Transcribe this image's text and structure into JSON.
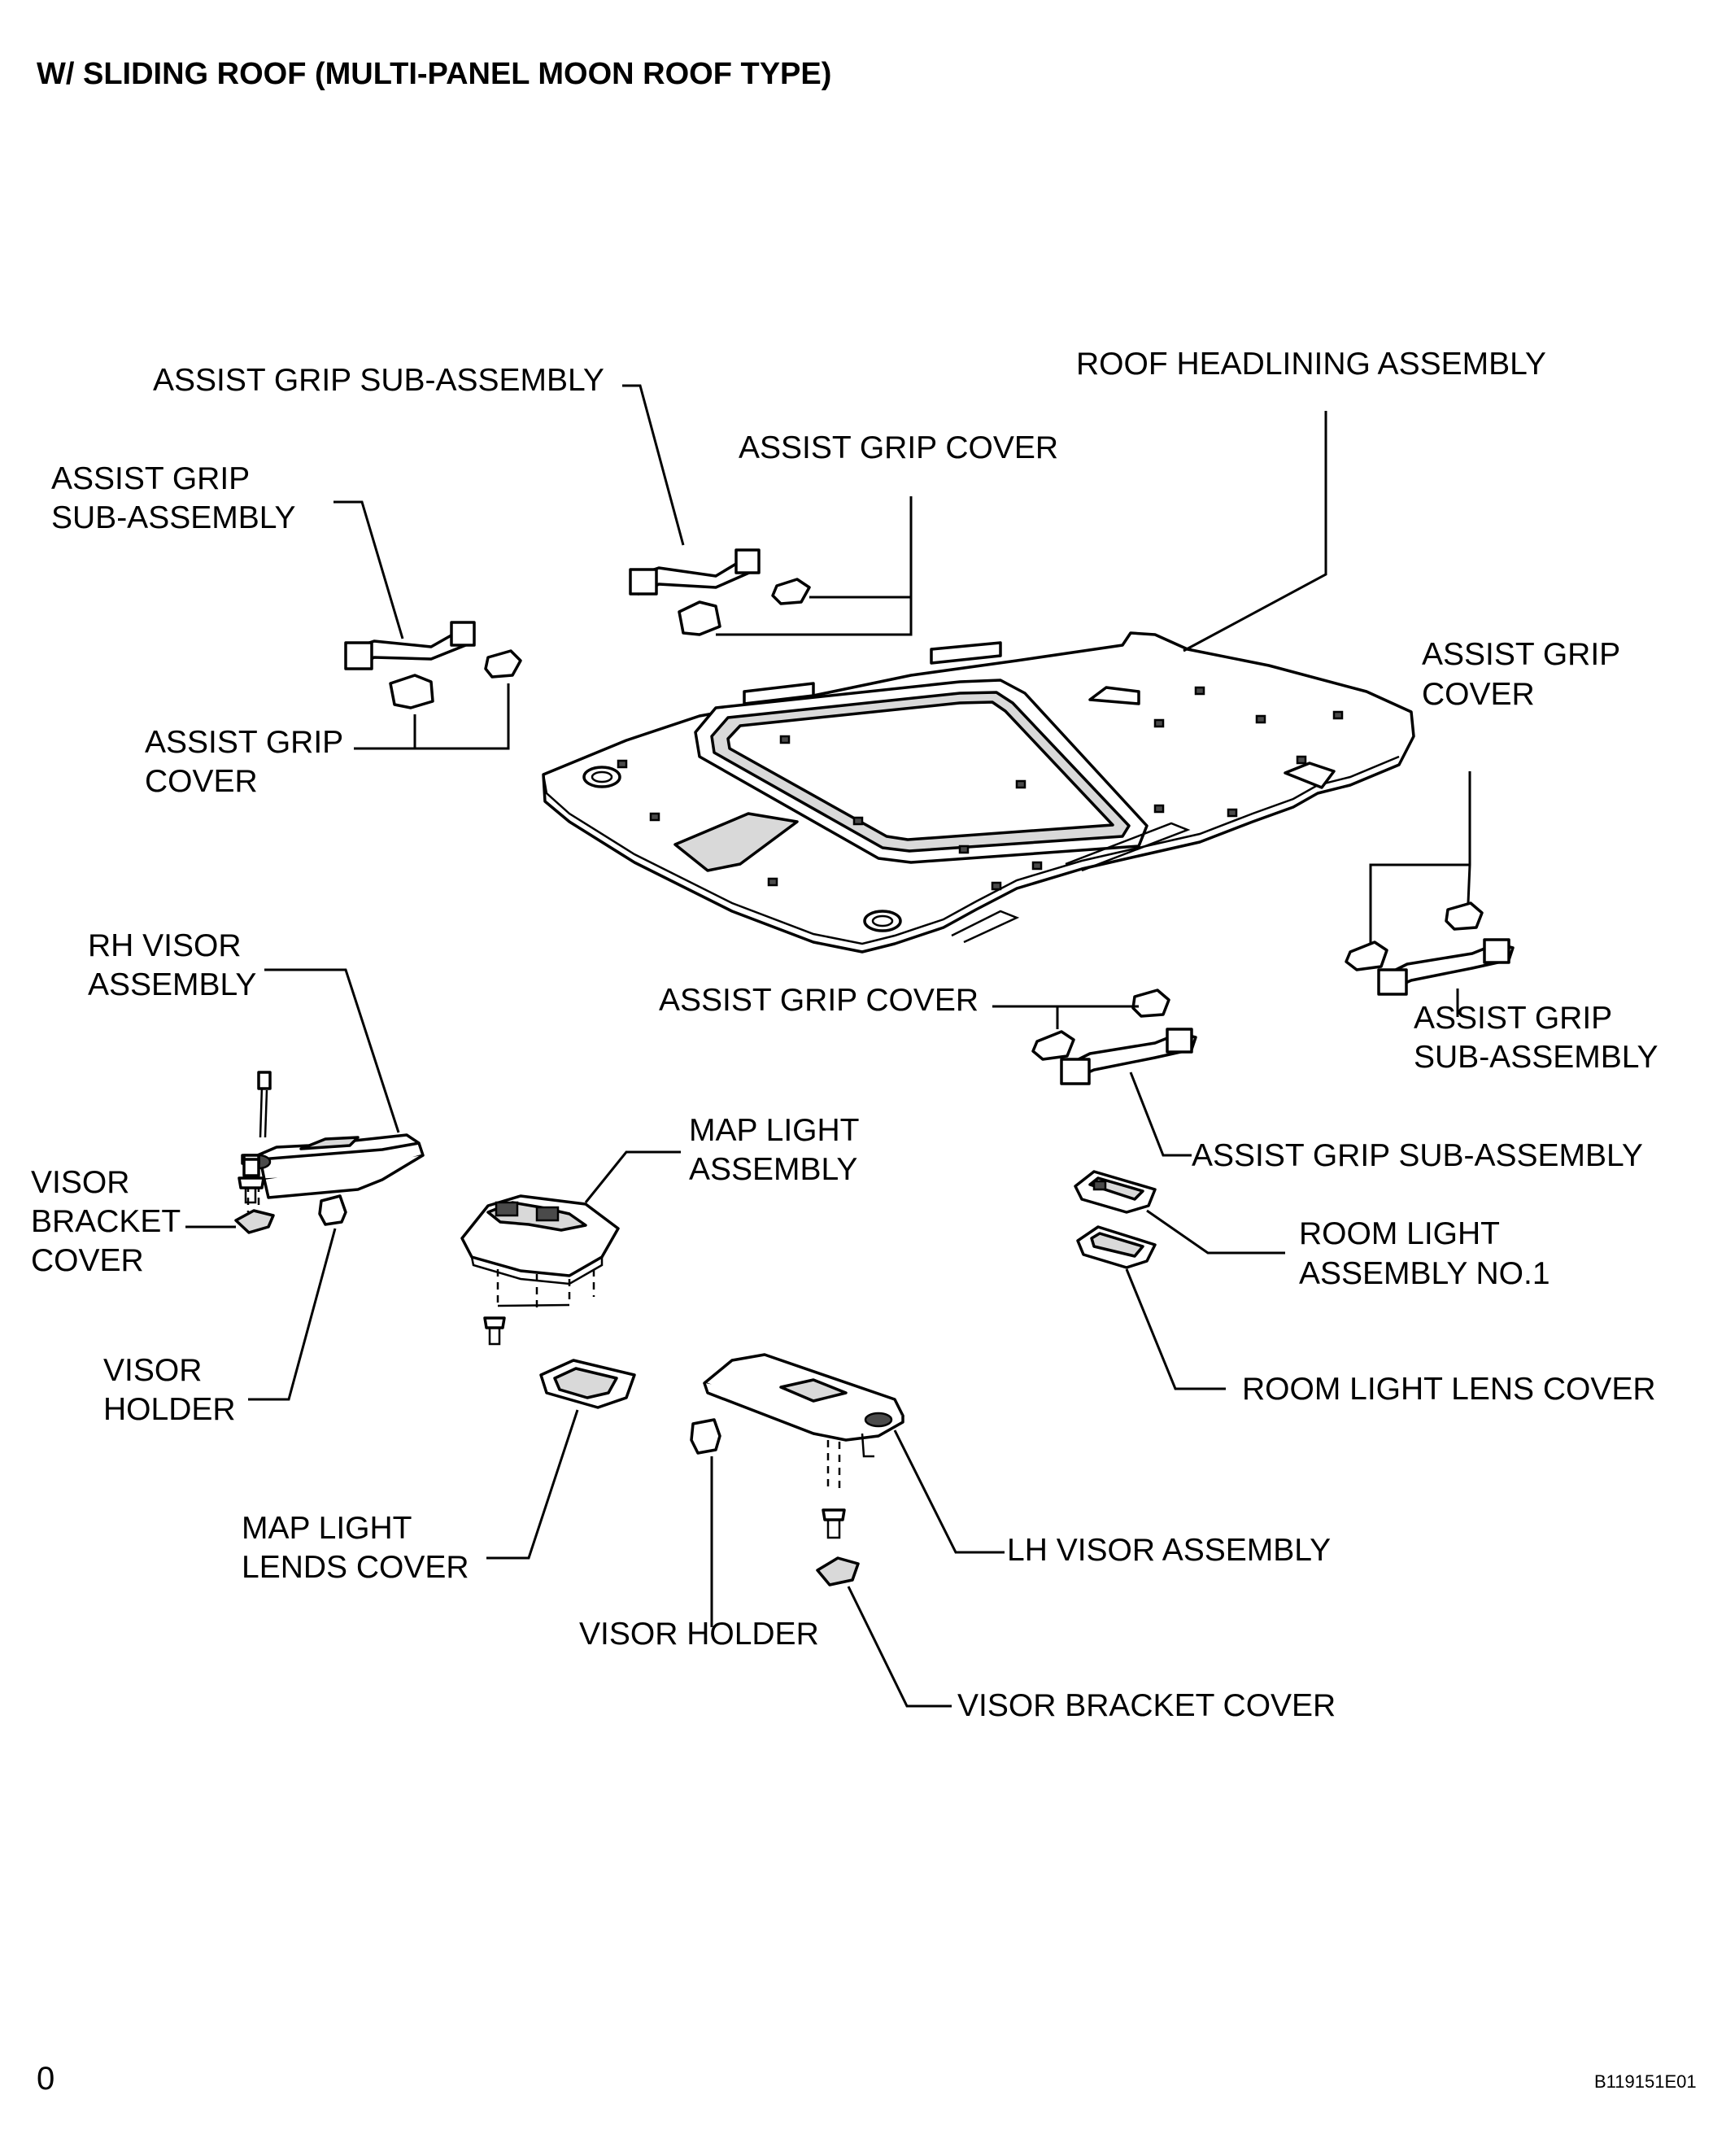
{
  "title": "W/ SLIDING ROOF (MULTI-PANEL MOON ROOF TYPE)",
  "page_number": "0",
  "figure_code": "B119151E01",
  "labels": {
    "assist_grip_sub_assembly_top": "ASSIST GRIP SUB-ASSEMBLY",
    "assist_grip_sub_assembly_left_1": "ASSIST GRIP",
    "assist_grip_sub_assembly_left_2": "SUB-ASSEMBLY",
    "assist_grip_cover_top": "ASSIST GRIP COVER",
    "roof_headlining_assembly": "ROOF HEADLINING ASSEMBLY",
    "assist_grip_cover_left_1": "ASSIST GRIP",
    "assist_grip_cover_left_2": "COVER",
    "assist_grip_cover_right_1": "ASSIST GRIP",
    "assist_grip_cover_right_2": "COVER",
    "assist_grip_sub_assembly_right_1": "ASSIST GRIP",
    "assist_grip_sub_assembly_right_2": "SUB-ASSEMBLY",
    "assist_grip_cover_mid": "ASSIST GRIP COVER",
    "assist_grip_sub_assembly_mid": "ASSIST GRIP SUB-ASSEMBLY",
    "rh_visor_assembly_1": "RH VISOR",
    "rh_visor_assembly_2": "ASSEMBLY",
    "visor_bracket_cover_left_1": "VISOR",
    "visor_bracket_cover_left_2": "BRACKET",
    "visor_bracket_cover_left_3": "COVER",
    "visor_holder_left_1": "VISOR",
    "visor_holder_left_2": "HOLDER",
    "map_light_assembly_1": "MAP LIGHT",
    "map_light_assembly_2": "ASSEMBLY",
    "map_light_lends_cover_1": "MAP LIGHT",
    "map_light_lends_cover_2": "LENDS COVER",
    "visor_holder_bottom": "VISOR HOLDER",
    "lh_visor_assembly": "LH VISOR ASSEMBLY",
    "visor_bracket_cover_bottom": "VISOR BRACKET COVER",
    "room_light_assembly_1": "ROOM LIGHT",
    "room_light_assembly_2": "ASSEMBLY NO.1",
    "room_light_lens_cover": "ROOM LIGHT LENS COVER"
  }
}
